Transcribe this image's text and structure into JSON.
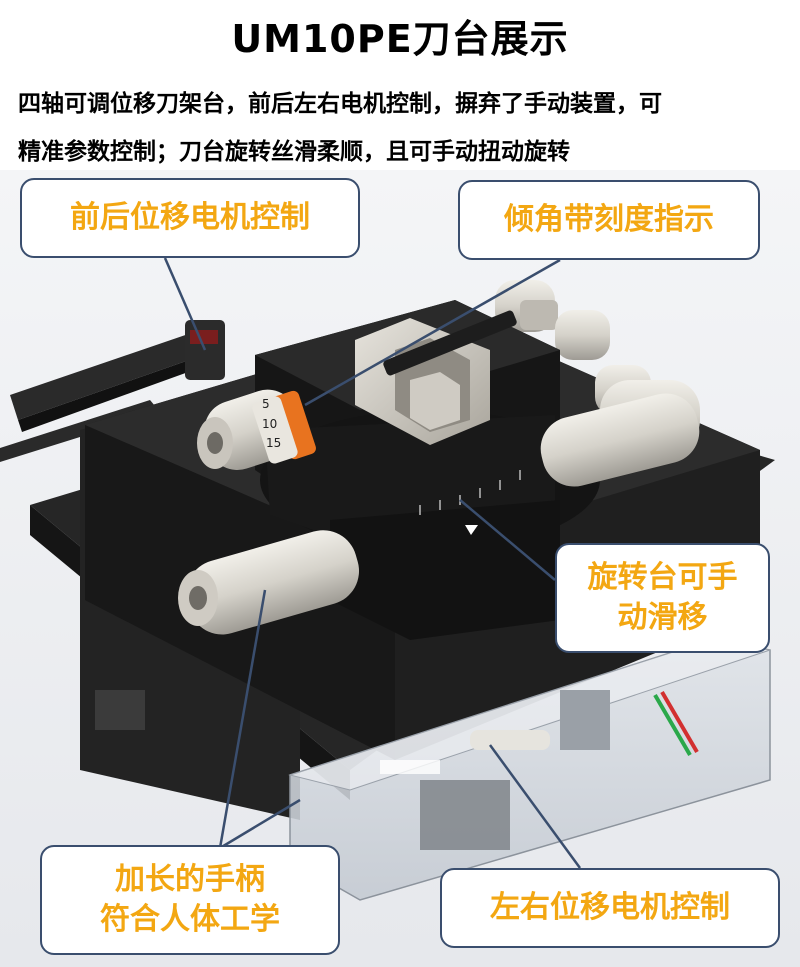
{
  "title": "UM10PE刀台展示",
  "description": {
    "line1": "四轴可调位移刀架台，前后左右电机控制，摒弃了手动装置，可",
    "line2": "精准参数控制；刀台旋转丝滑柔顺，且可手动扭动旋转"
  },
  "callouts": {
    "front_back_motor": "前后位移电机控制",
    "tilt_scale": "倾角带刻度指示",
    "rotary_table": {
      "line1": "旋转台可手",
      "line2": "动滑移"
    },
    "long_handle": {
      "line1": "加长的手柄",
      "line2": "符合人体工学"
    },
    "left_right_motor": "左右位移电机控制"
  },
  "dial_numbers": [
    "5",
    "10",
    "15"
  ],
  "colors": {
    "accent": "#f3a712",
    "callout_border": "#3a4e6e",
    "device_body": "#1e1e1e",
    "knob": "#d9d6cf",
    "scale_ring": "#e8731f"
  }
}
